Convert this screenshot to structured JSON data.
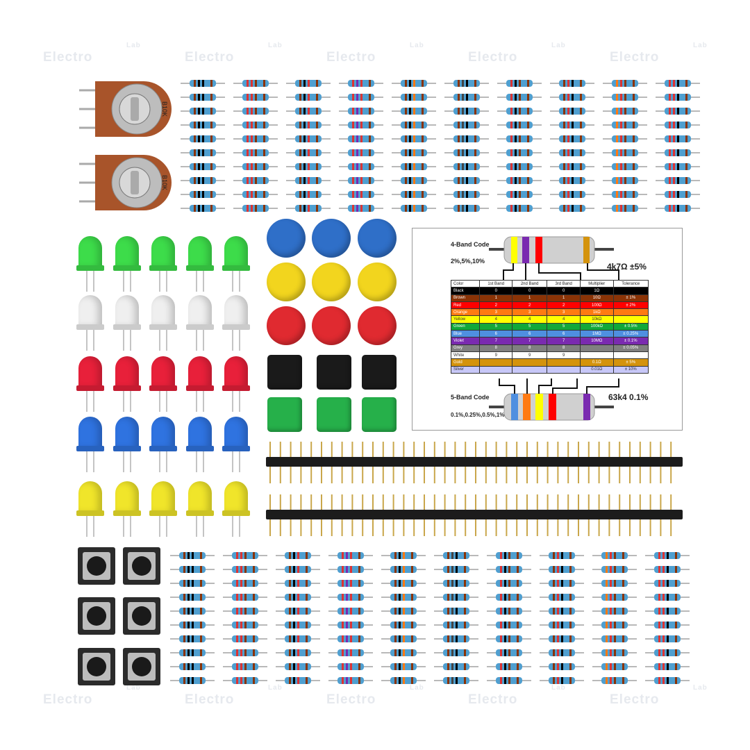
{
  "watermark": {
    "brand": "Electro",
    "suffix": "Lab"
  },
  "potentiometers": [
    {
      "label": "B10K"
    },
    {
      "label": "B10K"
    }
  ],
  "leds": {
    "colors": [
      "#3ddc4a",
      "#efefef",
      "#e8203a",
      "#2f73e0",
      "#f0e52a"
    ]
  },
  "caps": {
    "round": [
      "#2f6fc8",
      "#f2d51e",
      "#e02a30"
    ],
    "square": [
      "#1a1a1a",
      "#26b04a"
    ]
  },
  "color_code_chart": {
    "four_band": {
      "title": "4-Band Code",
      "tolerances": "2%,5%,10%",
      "example": "4k7Ω   ±5%"
    },
    "five_band": {
      "title": "5-Band Code",
      "tolerances": "0.1%,0.25%,0.5%,1%",
      "example": "63k4   0.1%"
    },
    "headers": [
      "Color",
      "1st Band",
      "2nd Band",
      "3rd Band",
      "Multiplier",
      "Tolerance"
    ],
    "rows": [
      {
        "cells": [
          "Black",
          "0",
          "0",
          "0",
          "1Ω",
          ""
        ],
        "color": "#000000"
      },
      {
        "cells": [
          "Brown",
          "1",
          "1",
          "1",
          "10Ω",
          "± 1%"
        ],
        "color": "#8a3306"
      },
      {
        "cells": [
          "Red",
          "2",
          "2",
          "2",
          "100Ω",
          "± 2%"
        ],
        "color": "#ff0000"
      },
      {
        "cells": [
          "Orange",
          "3",
          "3",
          "3",
          "1kΩ",
          ""
        ],
        "color": "#ff7a12"
      },
      {
        "cells": [
          "Yellow",
          "4",
          "4",
          "4",
          "10kΩ",
          ""
        ],
        "color": "#ffff00"
      },
      {
        "cells": [
          "Green",
          "5",
          "5",
          "5",
          "100kΩ",
          "± 0.5%"
        ],
        "color": "#12a83a"
      },
      {
        "cells": [
          "Blue",
          "6",
          "6",
          "6",
          "1MΩ",
          "± 0.25%"
        ],
        "color": "#4f8fe0"
      },
      {
        "cells": [
          "Violet",
          "7",
          "7",
          "7",
          "10MΩ",
          "± 0.1%"
        ],
        "color": "#7a2ab0"
      },
      {
        "cells": [
          "Grey",
          "8",
          "8",
          "8",
          "",
          "± 0.05%"
        ],
        "color": "#808080"
      },
      {
        "cells": [
          "White",
          "9",
          "9",
          "9",
          "",
          ""
        ],
        "color": "#ffffff"
      },
      {
        "cells": [
          "Gold",
          "",
          "",
          "",
          "0.1Ω",
          "± 5%"
        ],
        "color": "#d4930c"
      },
      {
        "cells": [
          "Silver",
          "",
          "",
          "",
          "0.01Ω",
          "± 10%"
        ],
        "color": "#c8c8f8"
      }
    ]
  }
}
